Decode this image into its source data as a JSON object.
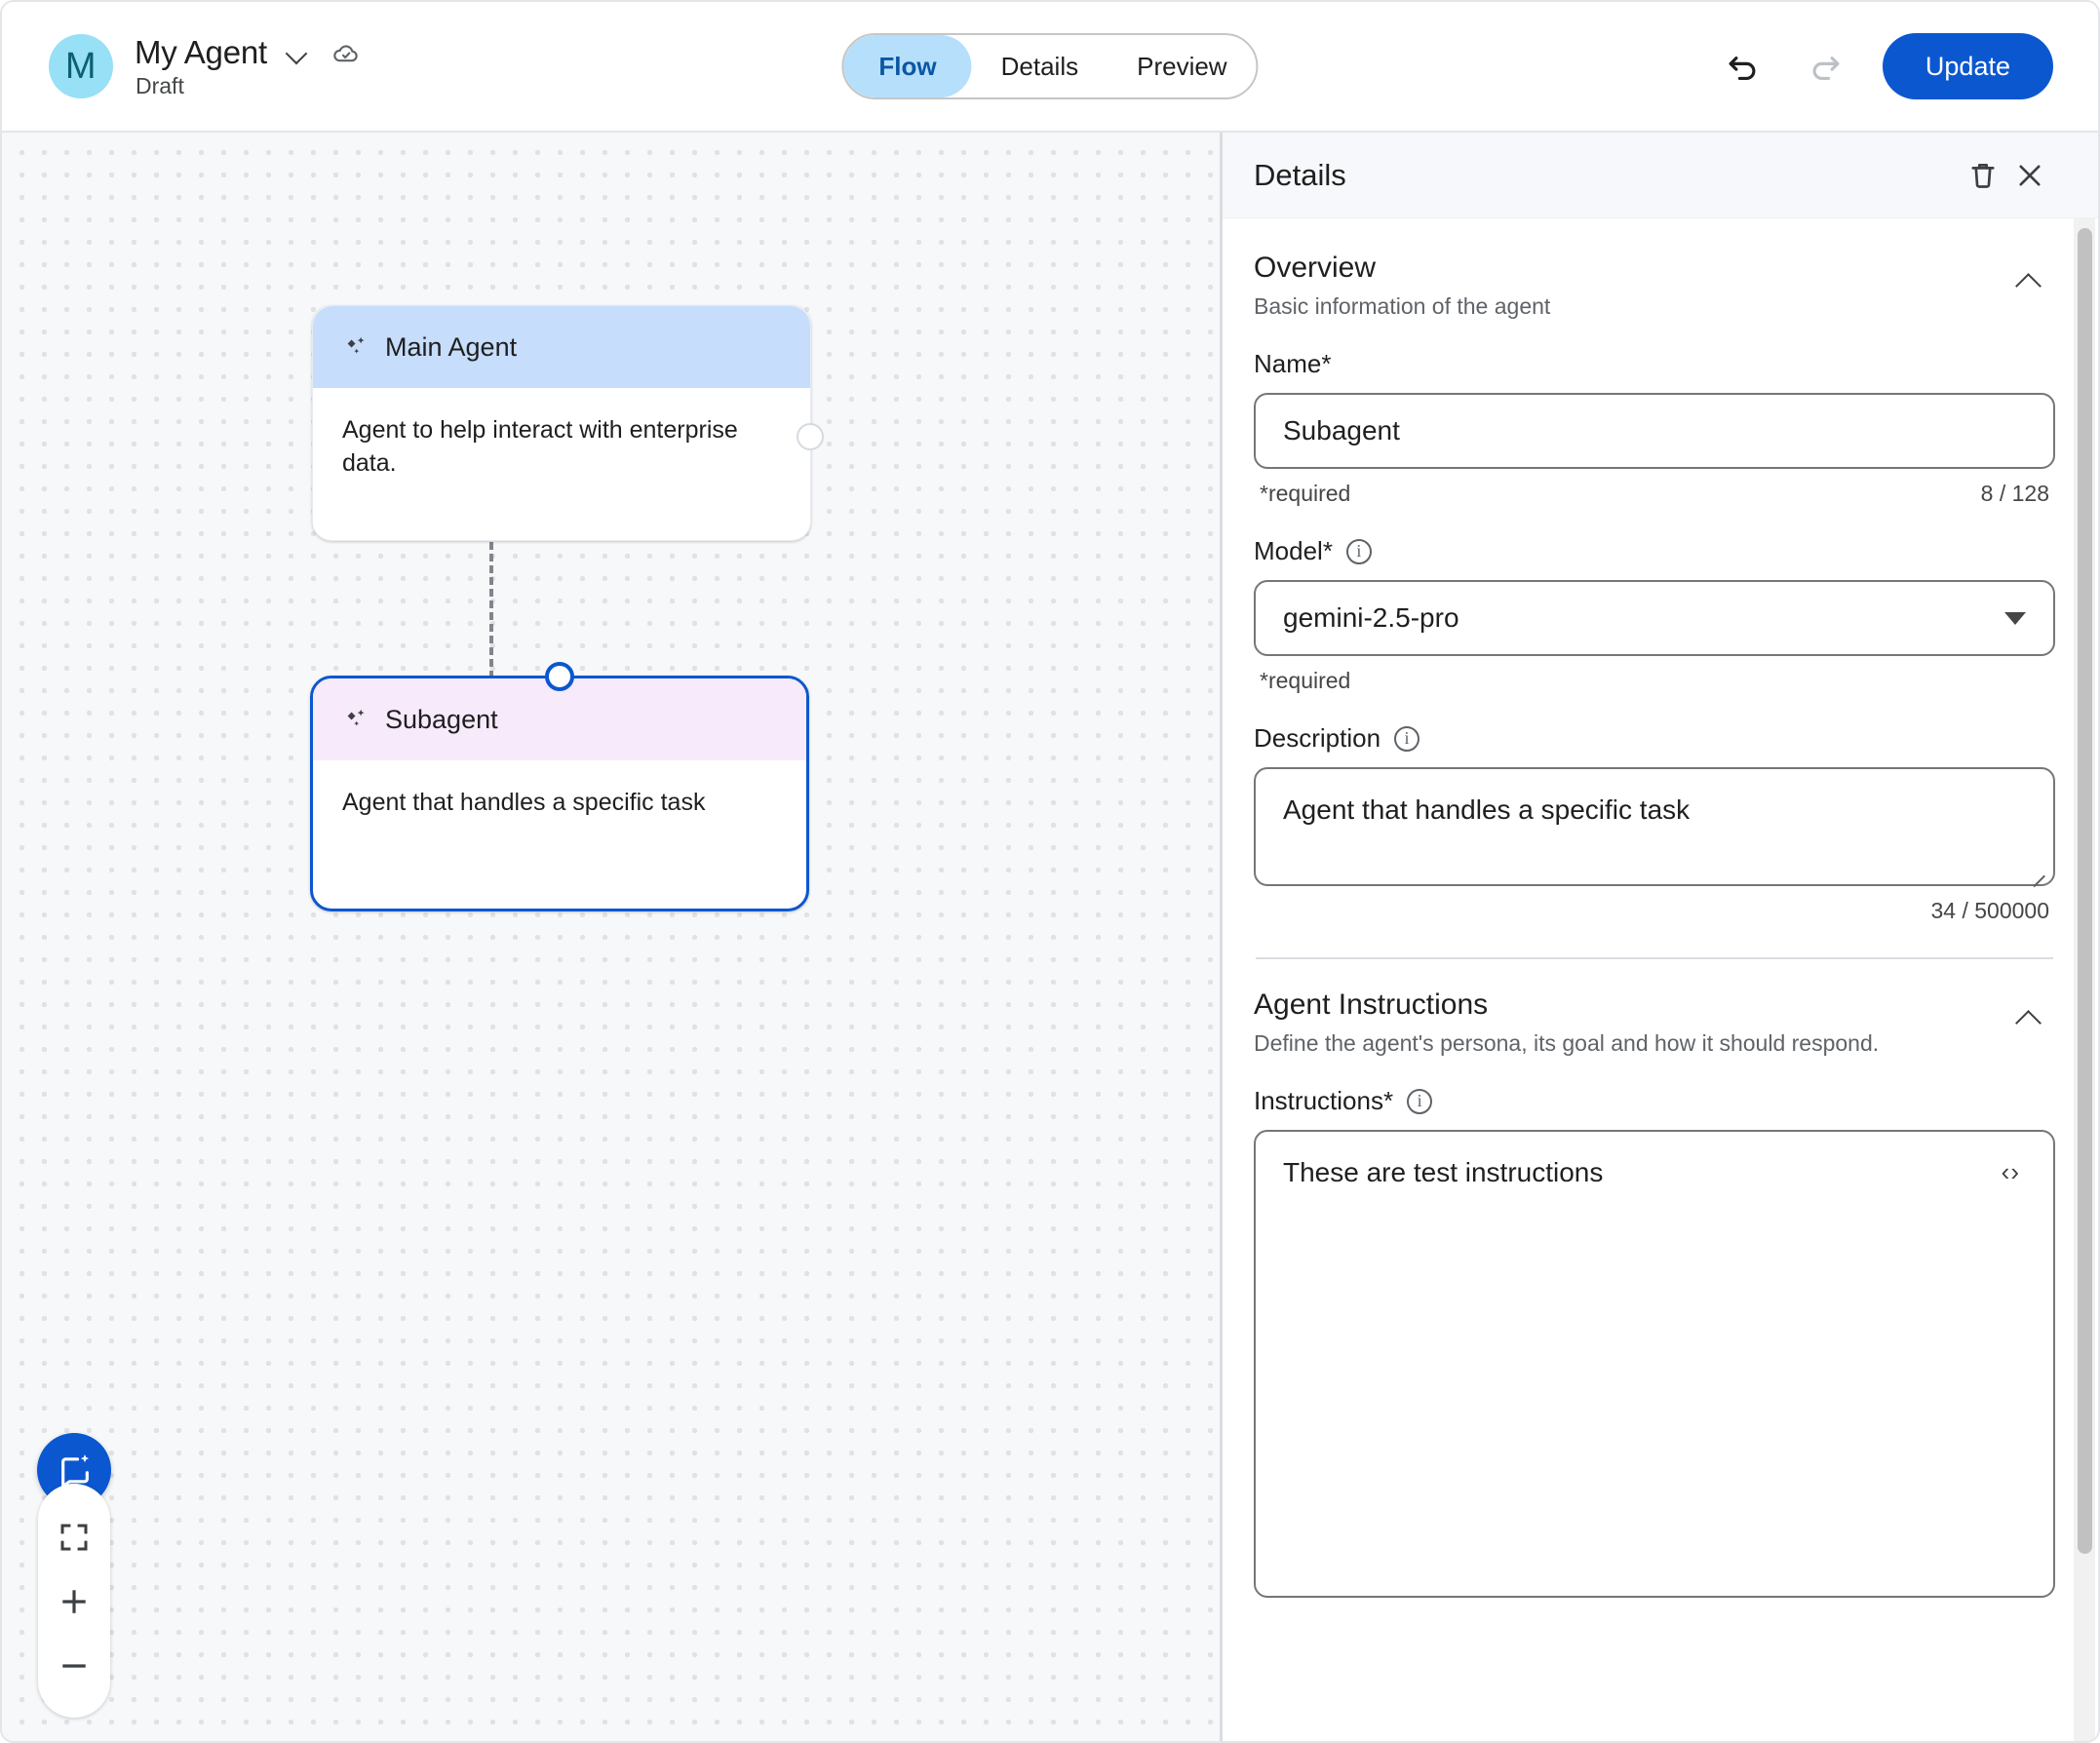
{
  "topbar": {
    "avatar_initial": "M",
    "agent_name": "My Agent",
    "agent_status": "Draft",
    "name_dropdown_icon": "chevron-down-icon",
    "save_state_icon": "cloud-check-icon",
    "tabs": [
      {
        "label": "Flow",
        "active": true
      },
      {
        "label": "Details",
        "active": false
      },
      {
        "label": "Preview",
        "active": false
      }
    ],
    "undo_icon": "undo-icon",
    "redo_icon": "redo-icon",
    "update_label": "Update"
  },
  "canvas": {
    "nodes": [
      {
        "icon": "sparkle-icon",
        "title": "Main Agent",
        "description": "Agent to help interact with enterprise data.",
        "header_color": "#c6ddfb",
        "selected": false
      },
      {
        "icon": "sparkle-icon",
        "title": "Subagent",
        "description": "Agent that handles a specific task",
        "header_color": "#f6eafb",
        "selected": true,
        "selected_border_color": "#0b57d0"
      }
    ],
    "controls": {
      "assistant_fab_icon": "chat-sparkle-icon",
      "fit_view_icon": "fit-screen-icon",
      "zoom_in_icon": "plus-icon",
      "zoom_out_icon": "minus-icon"
    }
  },
  "panel": {
    "title": "Details",
    "delete_icon": "trash-icon",
    "close_icon": "close-icon",
    "sections": [
      {
        "title": "Overview",
        "desc": "Basic information of the agent",
        "collapse_icon": "chevron-up-icon"
      },
      {
        "title": "Agent Instructions",
        "desc": "Define the agent's persona, its goal and how it should respond.",
        "collapse_icon": "chevron-up-icon"
      }
    ],
    "name_field": {
      "label": "Name*",
      "value": "Subagent",
      "helper": "*required",
      "counter": "8 / 128"
    },
    "model_field": {
      "label": "Model*",
      "info_icon": "info-icon",
      "value": "gemini-2.5-pro",
      "helper": "*required",
      "dropdown_icon": "caret-down-icon"
    },
    "description_field": {
      "label": "Description",
      "info_icon": "info-icon",
      "value": "Agent that handles a specific task",
      "counter": "34 / 500000"
    },
    "instructions_field": {
      "label": "Instructions*",
      "info_icon": "info-icon",
      "value": "These are test instructions",
      "code_toggle": "‹›"
    }
  },
  "colors": {
    "accent": "#0b57d0",
    "tab_active_bg": "#b6dffb",
    "tab_active_text": "#0b57a4",
    "avatar_bg": "#97e0f5",
    "main_node_header": "#c6ddfb",
    "sub_node_header": "#f6eafb",
    "canvas_bg": "#f7f8fa"
  }
}
